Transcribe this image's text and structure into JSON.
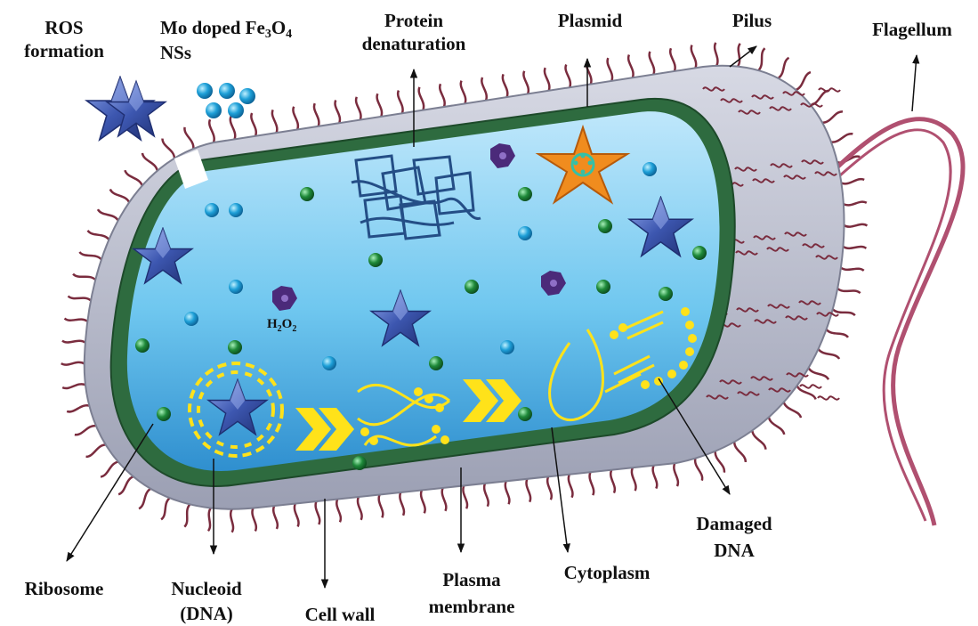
{
  "labels": {
    "ros": [
      "ROS",
      "formation"
    ],
    "mo_line1": "Mo doped Fe",
    "mo_sub1": "3",
    "mo_o": "O",
    "mo_sub2": "4",
    "mo_line2": "NSs",
    "protein": [
      "Protein",
      "denaturation"
    ],
    "plasmid": "Plasmid",
    "pilus": "Pilus",
    "flagellum": "Flagellum",
    "damaged": [
      "Damaged",
      "DNA"
    ],
    "cytoplasm": "Cytoplasm",
    "plasma": [
      "Plasma",
      "membrane"
    ],
    "cellwall": "Cell wall",
    "nucleoid": [
      "Nucleoid",
      "(DNA)"
    ],
    "ribosome": "Ribosome",
    "h2o2": {
      "h": "H",
      "s1": "2",
      "o": "O",
      "s2": "2"
    }
  },
  "colors": {
    "star": "#3d57b0",
    "nanosphere": "#1ea0d8",
    "ribosome": "#1f8a3a",
    "pilus": "#7a2c3e",
    "flagellum": "#b05070",
    "cytoplasm": "#6ec6ee",
    "membrane": "#2e6b3f",
    "cell_wall": "#a7aabb",
    "dna": "#ffe21a",
    "plasmid": "#f08c1e",
    "protein_mesh": "#244e86",
    "h2o2_glyph": "#4b2a7a"
  }
}
